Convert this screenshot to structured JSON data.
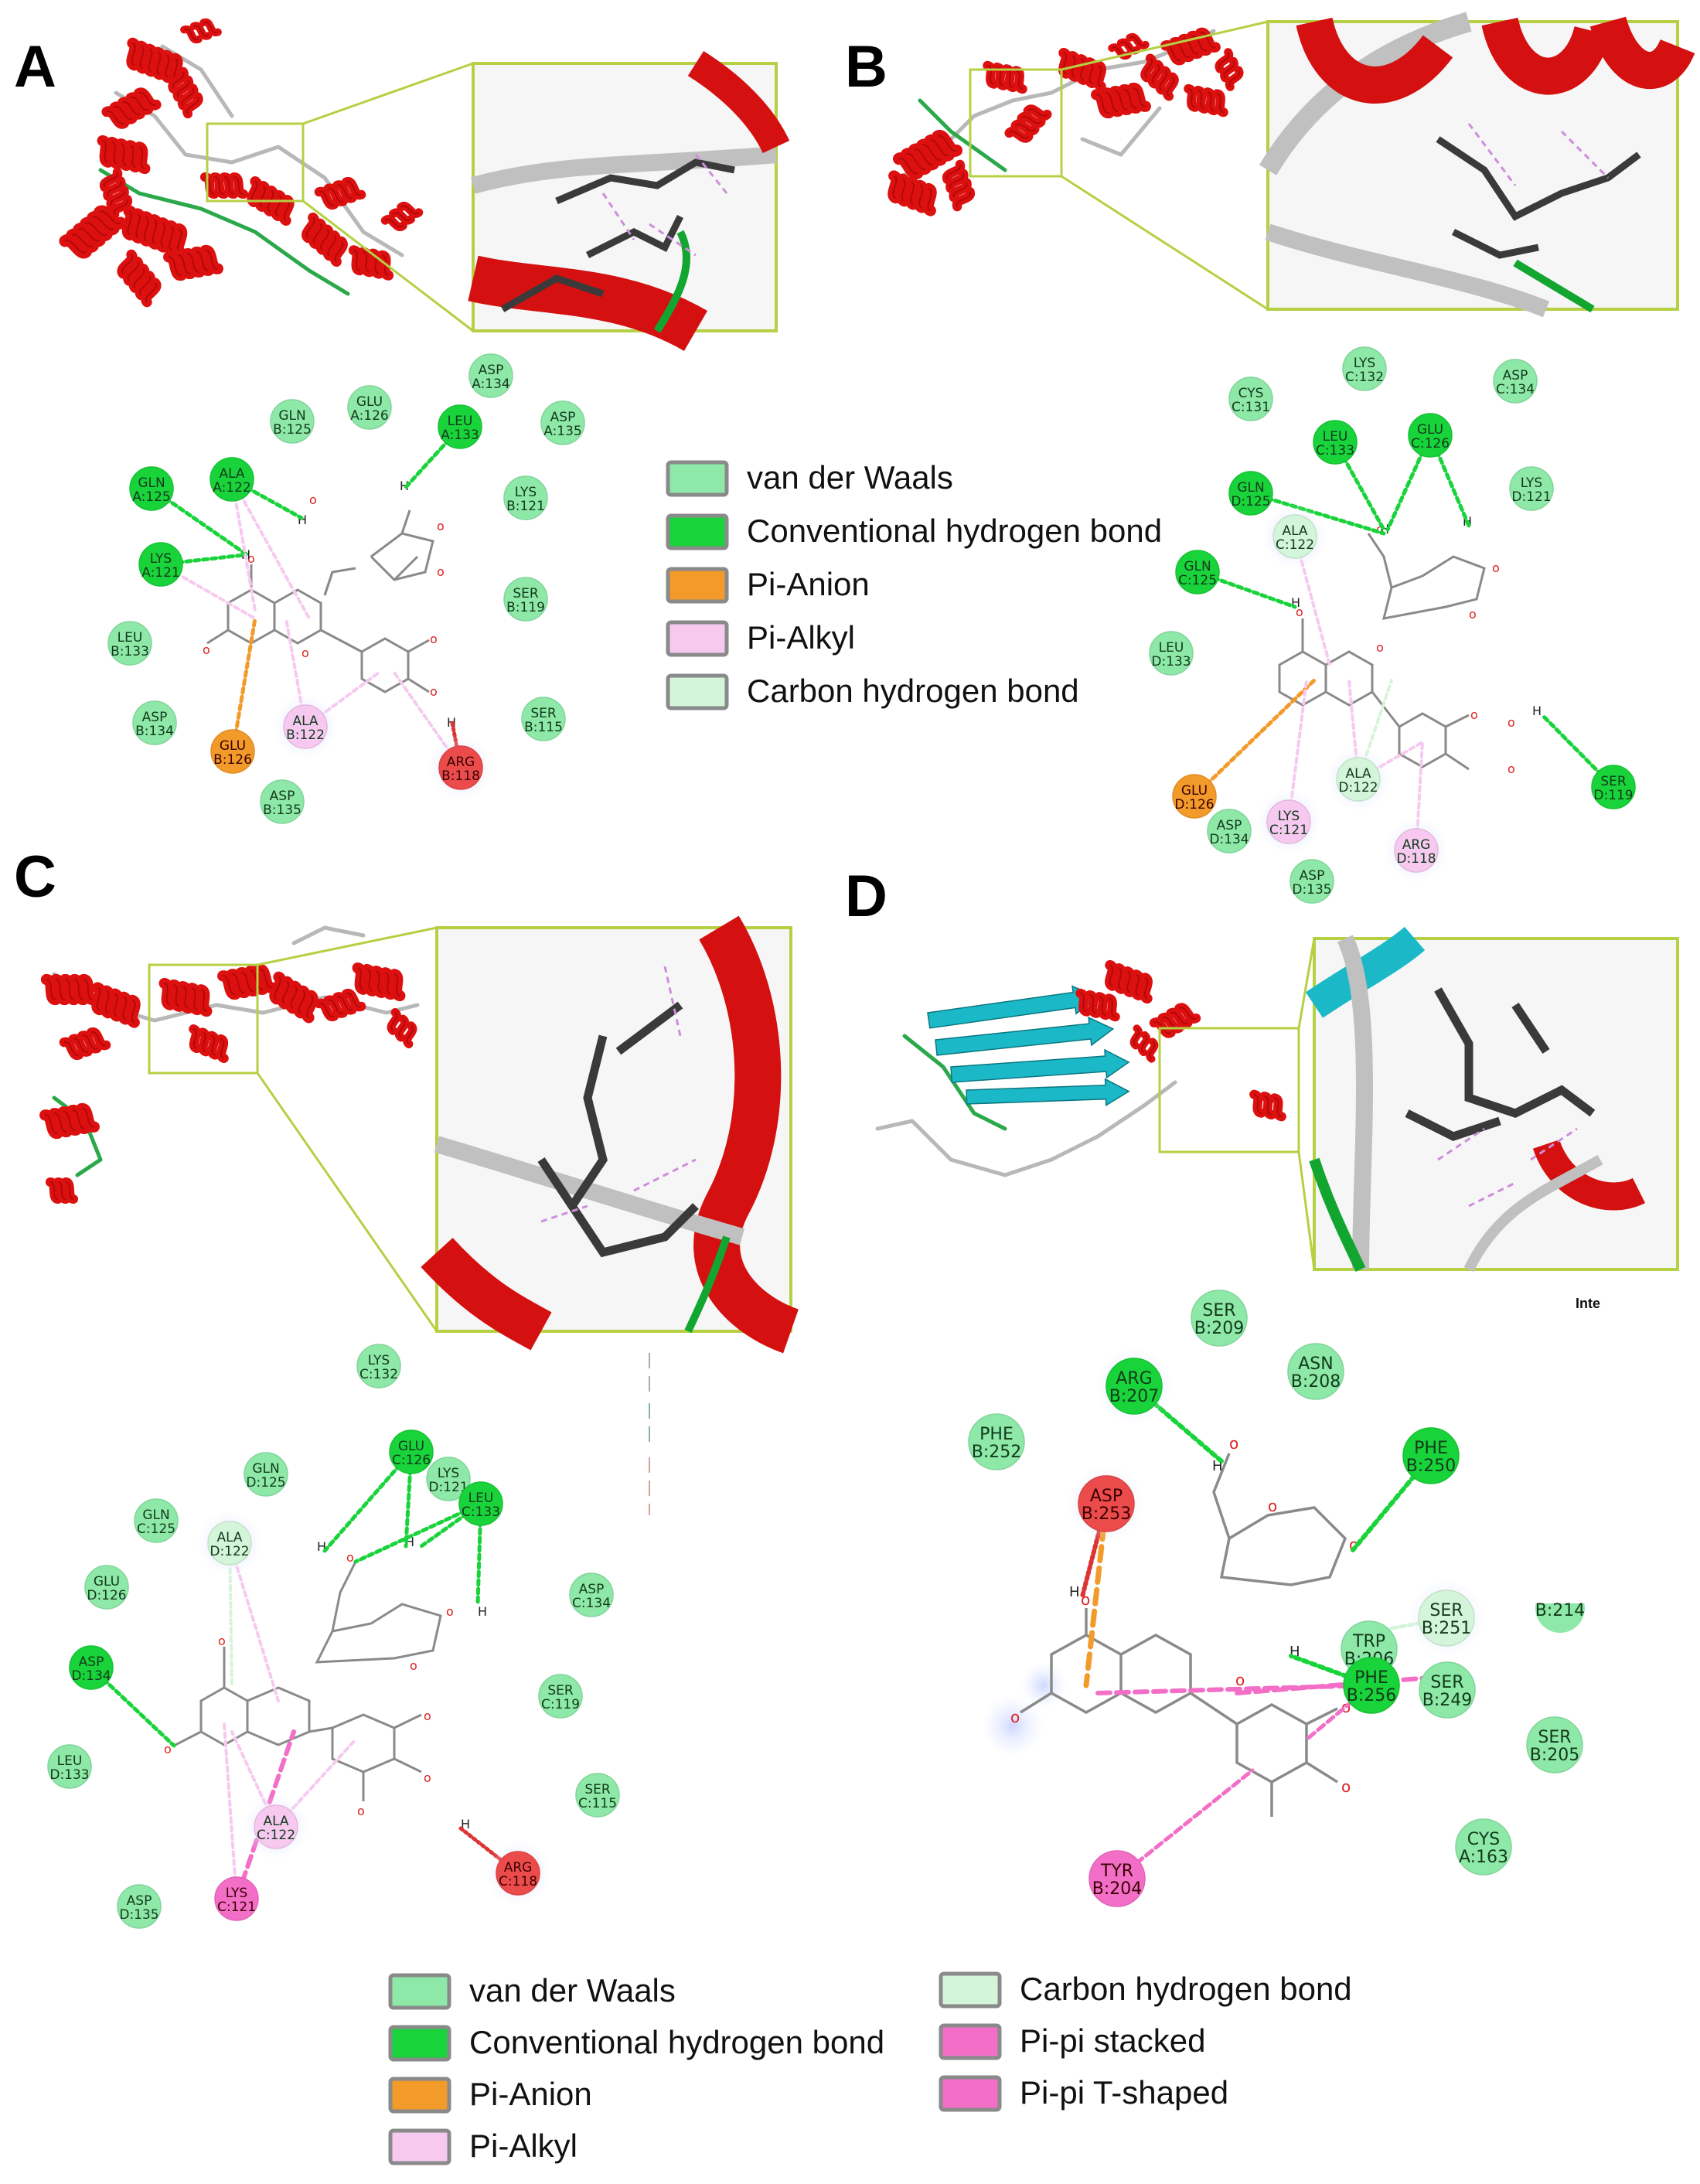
{
  "panels": [
    {
      "id": "A",
      "label": "A",
      "residues": [
        {
          "text": [
            "GLN",
            "B:125"
          ],
          "color": "vdw"
        },
        {
          "text": [
            "GLU",
            "A:126"
          ],
          "color": "vdw"
        },
        {
          "text": [
            "ASP",
            "A:134"
          ],
          "color": "vdw"
        },
        {
          "text": [
            "LEU",
            "A:133"
          ],
          "color": "hbond"
        },
        {
          "text": [
            "ASP",
            "A:135"
          ],
          "color": "vdw"
        },
        {
          "text": [
            "GLN",
            "A:125"
          ],
          "color": "hbond"
        },
        {
          "text": [
            "ALA",
            "A:122"
          ],
          "color": "hbond"
        },
        {
          "text": [
            "LYS",
            "B:121"
          ],
          "color": "vdw"
        },
        {
          "text": [
            "LYS",
            "A:121"
          ],
          "color": "hbond"
        },
        {
          "text": [
            "SER",
            "B:119"
          ],
          "color": "vdw"
        },
        {
          "text": [
            "LEU",
            "B:133"
          ],
          "color": "vdw"
        },
        {
          "text": [
            "ASP",
            "B:134"
          ],
          "color": "vdw"
        },
        {
          "text": [
            "ALA",
            "B:122"
          ],
          "color": "pialkyl"
        },
        {
          "text": [
            "SER",
            "B:115"
          ],
          "color": "vdw"
        },
        {
          "text": [
            "GLU",
            "B:126"
          ],
          "color": "pianion"
        },
        {
          "text": [
            "ARG",
            "B:118"
          ],
          "color": "unfav"
        },
        {
          "text": [
            "ASP",
            "B:135"
          ],
          "color": "vdw"
        }
      ]
    },
    {
      "id": "B",
      "label": "B",
      "residues": [
        {
          "text": [
            "LYS",
            "C:132"
          ],
          "color": "vdw"
        },
        {
          "text": [
            "CYS",
            "C:131"
          ],
          "color": "vdw"
        },
        {
          "text": [
            "ASP",
            "C:134"
          ],
          "color": "vdw"
        },
        {
          "text": [
            "LEU",
            "C:133"
          ],
          "color": "hbond"
        },
        {
          "text": [
            "GLU",
            "C:126"
          ],
          "color": "hbond"
        },
        {
          "text": [
            "GLN",
            "D:125"
          ],
          "color": "hbond"
        },
        {
          "text": [
            "LYS",
            "D:121"
          ],
          "color": "vdw"
        },
        {
          "text": [
            "ALA",
            "C:122"
          ],
          "color": "chbond"
        },
        {
          "text": [
            "GLN",
            "C:125"
          ],
          "color": "hbond"
        },
        {
          "text": [
            "LEU",
            "D:133"
          ],
          "color": "vdw"
        },
        {
          "text": [
            "GLU",
            "D:126"
          ],
          "color": "pianion"
        },
        {
          "text": [
            "ALA",
            "D:122"
          ],
          "color": "chbond"
        },
        {
          "text": [
            "SER",
            "D:119"
          ],
          "color": "hbond"
        },
        {
          "text": [
            "ASP",
            "D:134"
          ],
          "color": "vdw"
        },
        {
          "text": [
            "LYS",
            "C:121"
          ],
          "color": "pialkyl"
        },
        {
          "text": [
            "ARG",
            "D:118"
          ],
          "color": "pialkyl"
        },
        {
          "text": [
            "ASP",
            "D:135"
          ],
          "color": "vdw"
        }
      ]
    },
    {
      "id": "C",
      "label": "C",
      "residues": [
        {
          "text": [
            "LYS",
            "C:132"
          ],
          "color": "vdw"
        },
        {
          "text": [
            "GLU",
            "C:126"
          ],
          "color": "hbond"
        },
        {
          "text": [
            "LYS",
            "D:121"
          ],
          "color": "vdw"
        },
        {
          "text": [
            "LEU",
            "C:133"
          ],
          "color": "hbond"
        },
        {
          "text": [
            "GLN",
            "D:125"
          ],
          "color": "vdw"
        },
        {
          "text": [
            "GLN",
            "C:125"
          ],
          "color": "vdw"
        },
        {
          "text": [
            "ALA",
            "D:122"
          ],
          "color": "chbond"
        },
        {
          "text": [
            "ASP",
            "C:134"
          ],
          "color": "vdw"
        },
        {
          "text": [
            "GLU",
            "D:126"
          ],
          "color": "vdw"
        },
        {
          "text": [
            "ASP",
            "D:134"
          ],
          "color": "hbond"
        },
        {
          "text": [
            "SER",
            "C:119"
          ],
          "color": "vdw"
        },
        {
          "text": [
            "LEU",
            "D:133"
          ],
          "color": "vdw"
        },
        {
          "text": [
            "SER",
            "C:115"
          ],
          "color": "vdw"
        },
        {
          "text": [
            "ALA",
            "C:122"
          ],
          "color": "pialkyl"
        },
        {
          "text": [
            "ARG",
            "C:118"
          ],
          "color": "unfav"
        },
        {
          "text": [
            "ASP",
            "D:135"
          ],
          "color": "vdw"
        },
        {
          "text": [
            "LYS",
            "C:121"
          ],
          "color": "pistack"
        }
      ]
    },
    {
      "id": "D",
      "label": "D",
      "residues": [
        {
          "text": [
            "SER",
            "B:209"
          ],
          "color": "vdw"
        },
        {
          "text": [
            "ARG",
            "B:207"
          ],
          "color": "hbond"
        },
        {
          "text": [
            "ASN",
            "B:208"
          ],
          "color": "vdw"
        },
        {
          "text": [
            "PHE",
            "B:252"
          ],
          "color": "vdw"
        },
        {
          "text": [
            "PHE",
            "B:250"
          ],
          "color": "hbond"
        },
        {
          "text": [
            "ASP",
            "B:253"
          ],
          "color": "unfav"
        },
        {
          "text": [
            "SER",
            "B:251"
          ],
          "color": "chbond"
        },
        {
          "text": [
            "TRP",
            "B:206"
          ],
          "color": "vdw"
        },
        {
          "text": [
            "PHE",
            "B:256"
          ],
          "color": "hbond"
        },
        {
          "text": [
            "SER",
            "B:249"
          ],
          "color": "vdw"
        },
        {
          "text": [
            "SER",
            "B:205"
          ],
          "color": "vdw"
        },
        {
          "text": [
            "CYS",
            "A:163"
          ],
          "color": "vdw"
        },
        {
          "text": [
            "TYR",
            "B:204"
          ],
          "color": "pistack"
        }
      ],
      "partial_text_inte": "Inte",
      "partial_text_b214": "B:214"
    }
  ],
  "legend_top": [
    {
      "label": "van der Waals",
      "color": "vdw"
    },
    {
      "label": "Conventional hydrogen bond",
      "color": "hbond"
    },
    {
      "label": "Pi-Anion",
      "color": "pianion"
    },
    {
      "label": "Pi-Alkyl",
      "color": "pialkyl"
    },
    {
      "label": "Carbon hydrogen bond",
      "color": "chbond"
    }
  ],
  "legend_bottom": [
    {
      "label": "van der Waals",
      "color": "vdw"
    },
    {
      "label": "Conventional hydrogen bond",
      "color": "hbond"
    },
    {
      "label": "Pi-Anion",
      "color": "pianion"
    },
    {
      "label": "Pi-Alkyl",
      "color": "pialkyl"
    },
    {
      "label": "Carbon hydrogen bond",
      "color": "chbond"
    },
    {
      "label": "Pi-pi stacked",
      "color": "pistack"
    },
    {
      "label": "Pi-pi T-shaped",
      "color": "pitshape"
    }
  ],
  "colors": {
    "vdw": "#8ee8a8",
    "hbond": "#19d33a",
    "pianion": "#f29a2a",
    "pialkyl": "#f7c9f0",
    "chbond": "#d4f5da",
    "unfav": "#ec4b4b",
    "pistack": "#f36ec7",
    "pitshape": "#f36ec7",
    "helix": "#dd1010",
    "sheet": "#1bb9c7",
    "coil": "#b8b8b8",
    "frame": "#b5d043"
  }
}
